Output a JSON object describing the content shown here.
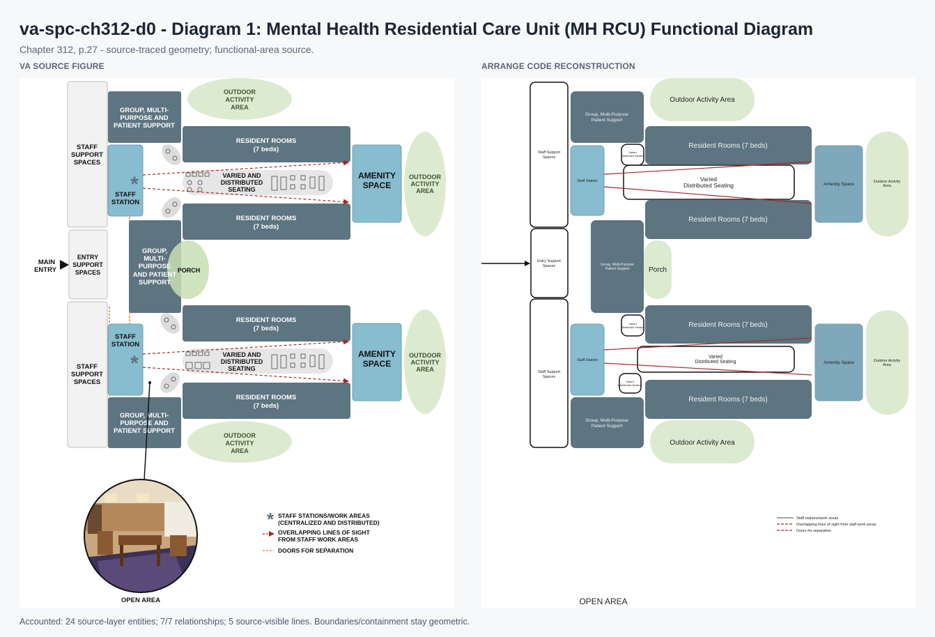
{
  "header": {
    "title": "va-spc-ch312-d0 - Diagram 1: Mental Health Residential Care Unit (MH RCU) Functional Diagram",
    "subtitle": "Chapter 312, p.27 - source-traced geometry; functional-area source."
  },
  "panels": {
    "source_label": "VA SOURCE FIGURE",
    "reconstruction_label": "ARRANGE CODE RECONSTRUCTION"
  },
  "source_figure": {
    "staff_support_spaces": [
      "STAFF",
      "SUPPORT",
      "SPACES"
    ],
    "entry_support_spaces": [
      "ENTRY",
      "SUPPORT",
      "SPACES"
    ],
    "main_entry": [
      "MAIN",
      "ENTRY"
    ],
    "group_support_top": [
      "GROUP, MULTI-",
      "PURPOSE AND",
      "PATIENT SUPPORT"
    ],
    "group_support_mid": [
      "GROUP,",
      "MULTI-",
      "PURPOSE",
      "AND PATIENT",
      "SUPPORT"
    ],
    "group_support_bottom": [
      "GROUP, MULTI-",
      "PURPOSE AND",
      "PATIENT SUPPORT"
    ],
    "resident_rooms": [
      "RESIDENT ROOMS",
      "(7 beds)"
    ],
    "staff_station": [
      "STAFF",
      "STATION"
    ],
    "varied_seating": [
      "VARIED AND",
      "DISTRIBUTED",
      "SEATING"
    ],
    "amenity_space": [
      "AMENITY",
      "SPACE"
    ],
    "outdoor_activity_area": [
      "OUTDOOR",
      "ACTIVITY",
      "AREA"
    ],
    "porch": "PORCH",
    "open_area": "OPEN AREA",
    "legend": {
      "staff_stations": [
        "STAFF STATIONS/WORK AREAS",
        "(CENTRALIZED AND DISTRIBUTED)"
      ],
      "lines_of_sight": [
        "OVERLAPPING LINES OF SIGHT",
        "FROM STAFF WORK AREAS"
      ],
      "doors": "DOORS FOR SEPARATION"
    }
  },
  "reconstruction": {
    "staff_support_spaces": [
      "Staff Support",
      "Spaces"
    ],
    "entry_support_spaces": [
      "Entry Support",
      "Spaces"
    ],
    "group_support": [
      "Group, Multi-Purpose",
      "Patient Support"
    ],
    "resident_rooms": "Resident Rooms (7 beds)",
    "staff_station": "Staff Station",
    "varied_seating_small": [
      "Varied",
      "Distributed Seating"
    ],
    "varied_seating": [
      "Varied",
      "Distributed Seating"
    ],
    "amenity_space": "Amenity Space",
    "outdoor_activity_area": "Outdoor Activity Area",
    "outdoor_activity_area_side": [
      "Outdoor Activity",
      "Area"
    ],
    "porch": "Porch",
    "open_area": "OPEN AREA",
    "legend": {
      "staff_stations": "Staff stations/work areas",
      "lines_of_sight": "Overlapping lines of sight from staff work areas",
      "doors": "Doors for separation"
    }
  },
  "footer": "Accounted: 24 source-layer entities; 7/7 relationships; 5 source-visible lines. Boundaries/containment stay geometric.",
  "colors": {
    "slate": "#5d7481",
    "blue": "#88bccf",
    "green": "#dcebd0",
    "light_gray": "#f2f2f2",
    "sight_line": "#a42828",
    "door": "#e0882a"
  }
}
